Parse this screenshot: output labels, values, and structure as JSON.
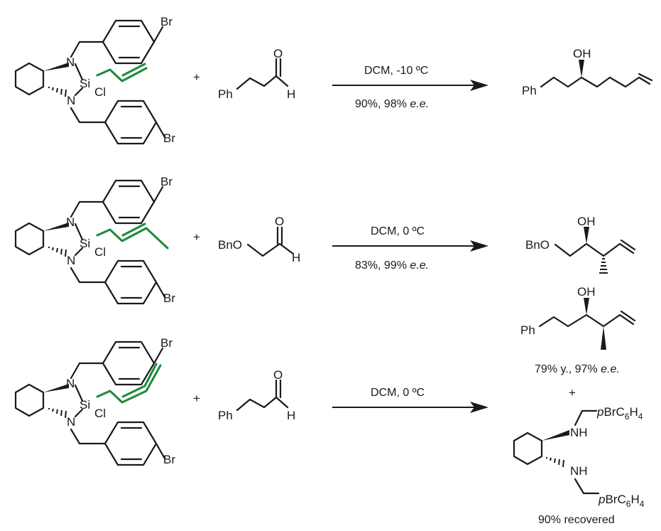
{
  "atoms": {
    "N": "N",
    "Si": "Si",
    "Cl": "Cl",
    "Br": "Br",
    "O": "O",
    "H": "H",
    "OH": "OH",
    "NH": "NH",
    "Ph": "Ph",
    "BnO": "BnO"
  },
  "plus": "+",
  "rows": [
    {
      "condition": "DCM, -10 ºC",
      "yield_prefix": "90%, 98%",
      "yield_ee": "e.e."
    },
    {
      "condition": "DCM, 0 ºC",
      "yield_prefix": "83%, 99%",
      "yield_ee": "e.e."
    },
    {
      "condition": "DCM, 0 ºC",
      "product_yield_prefix": "79% y., 97%",
      "product_yield_ee": "e.e.",
      "recovered_substituent": {
        "p": "p",
        "body": "BrC",
        "sub1": "6",
        "mid": "H",
        "sub2": "4"
      },
      "recovered_text": "90% recovered"
    }
  ],
  "colors": {
    "bond": "#1a1a1a",
    "allyl_highlight": "#1e8a3a"
  }
}
